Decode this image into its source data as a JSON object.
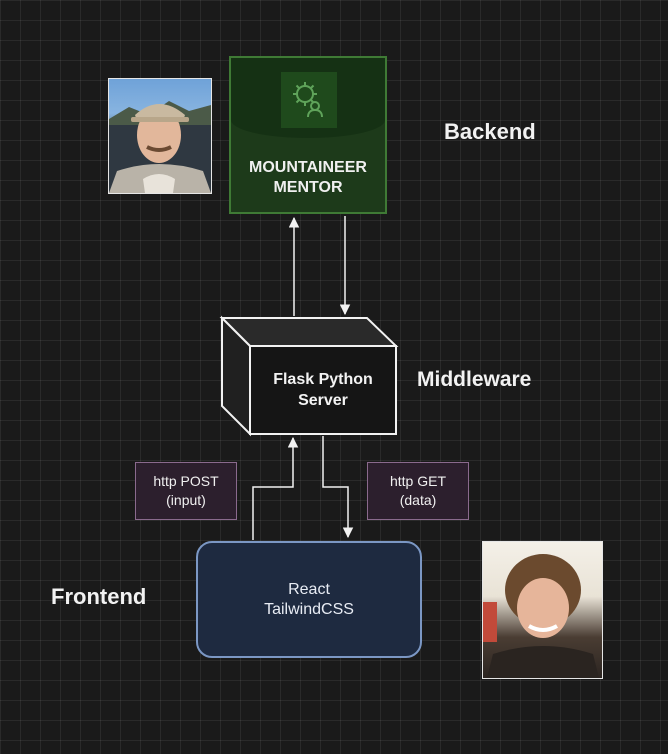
{
  "labels": {
    "backend": "Backend",
    "middleware": "Middleware",
    "frontend": "Frontend"
  },
  "backend_box": {
    "icon": "gear-person-icon",
    "title_line1": "MOUNTAINEER",
    "title_line2": "MENTOR"
  },
  "middleware_box": {
    "line1": "Flask Python",
    "line2": "Server"
  },
  "frontend_box": {
    "line1": "React",
    "line2": "TailwindCSS"
  },
  "requests": {
    "post_line1": "http POST",
    "post_line2": "(input)",
    "get_line1": "http GET",
    "get_line2": "(data)"
  },
  "colors": {
    "backend_fill": "#1d3a1a",
    "backend_border": "#3f7a35",
    "frontend_fill": "#1e2a40",
    "frontend_border": "#7b97c4",
    "label_fill": "#2c1f2d",
    "label_border": "#8a6a8d"
  }
}
